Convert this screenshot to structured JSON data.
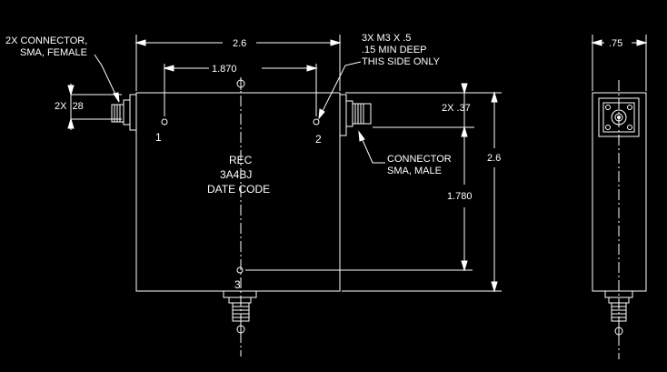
{
  "notes": {
    "connector_female_1": "2X CONNECTOR,",
    "connector_female_2": "SMA, FEMALE",
    "holes_1": "3X M3 X .5",
    "holes_2": ".15 MIN DEEP",
    "holes_3": "THIS SIDE ONLY",
    "connector_male_1": "CONNECTOR",
    "connector_male_2": "SMA, MALE"
  },
  "body_text": {
    "line1": "REC",
    "line2": "3A4BJ",
    "line3": "DATE CODE"
  },
  "dimensions": {
    "overall_width": "2.6",
    "hole_spacing": "1.870",
    "height": "2.6",
    "hole_vertical": "1.780",
    "female_offset": "2X .28",
    "male_offset": "2X .37",
    "side_depth": ".75"
  },
  "ports": {
    "p1": "1",
    "p2": "2",
    "p3": "3"
  },
  "colors": {
    "background": "#000000",
    "lines": "#ffffff"
  }
}
